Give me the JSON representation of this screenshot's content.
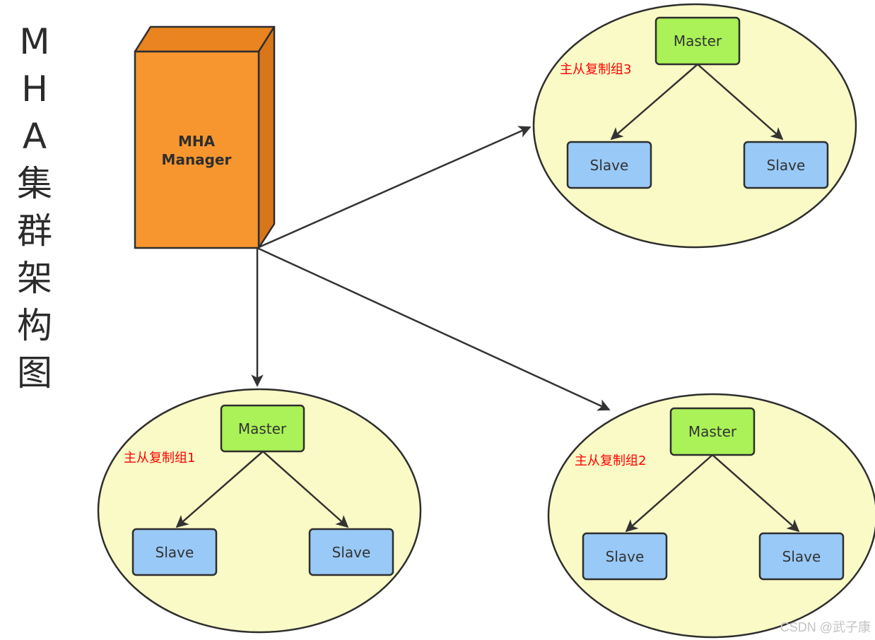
{
  "title_chars": [
    "M",
    "H",
    "A",
    "集",
    "群",
    "架",
    "构",
    "图"
  ],
  "manager": {
    "label_line1": "MHA",
    "label_line2": "Manager"
  },
  "groups": [
    {
      "label": "主从复制组1",
      "master": "Master",
      "slave_left": "Slave",
      "slave_right": "Slave"
    },
    {
      "label": "主从复制组2",
      "master": "Master",
      "slave_left": "Slave",
      "slave_right": "Slave"
    },
    {
      "label": "主从复制组3",
      "master": "Master",
      "slave_left": "Slave",
      "slave_right": "Slave"
    }
  ],
  "watermark": "CSDN @武子康",
  "colors": {
    "manager_front": "#f7962f",
    "manager_side": "#e07d17",
    "group_fill": "#fafac6",
    "master_fill": "#aaf257",
    "slave_fill": "#99c9f7",
    "group_label": "#ff0000"
  }
}
